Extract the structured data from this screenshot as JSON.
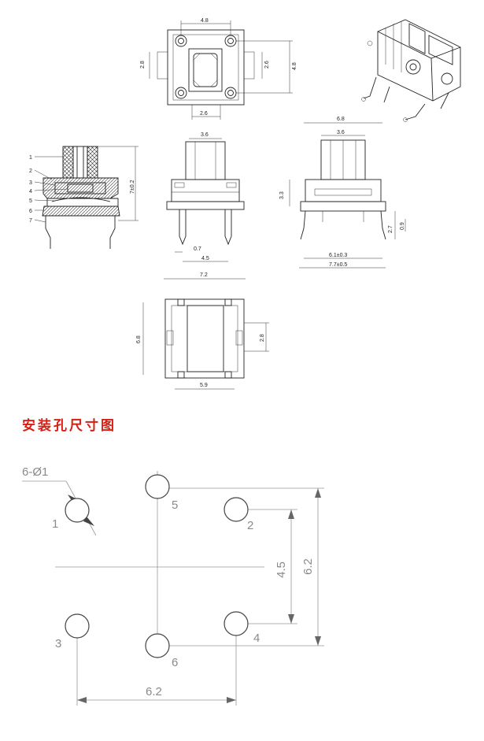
{
  "section_title": "安装孔尺寸图",
  "top_view": {
    "dims": [
      "4.8",
      "2.8",
      "2.6",
      "4.8",
      "2.6"
    ]
  },
  "section_view": {
    "part_numbers": [
      "1",
      "2",
      "3",
      "4",
      "5",
      "6",
      "7"
    ],
    "height": "7±0.2"
  },
  "front_view": {
    "dims": [
      "3.6",
      "0.7",
      "4.5"
    ]
  },
  "side_view": {
    "dims": [
      "6.8",
      "3.6",
      "3.3",
      "2.7",
      "0.9",
      "6.1±0.3",
      "7.7±0.5"
    ]
  },
  "bottom_view": {
    "dims": [
      "7.2",
      "6.8",
      "2.8",
      "5.9"
    ]
  },
  "hole_layout": {
    "note": "6-Ø1",
    "pins": [
      "1",
      "2",
      "3",
      "4",
      "5",
      "6"
    ],
    "dim_h": "6.2",
    "dim_v_inner": "4.5",
    "dim_v_outer": "6.2"
  }
}
